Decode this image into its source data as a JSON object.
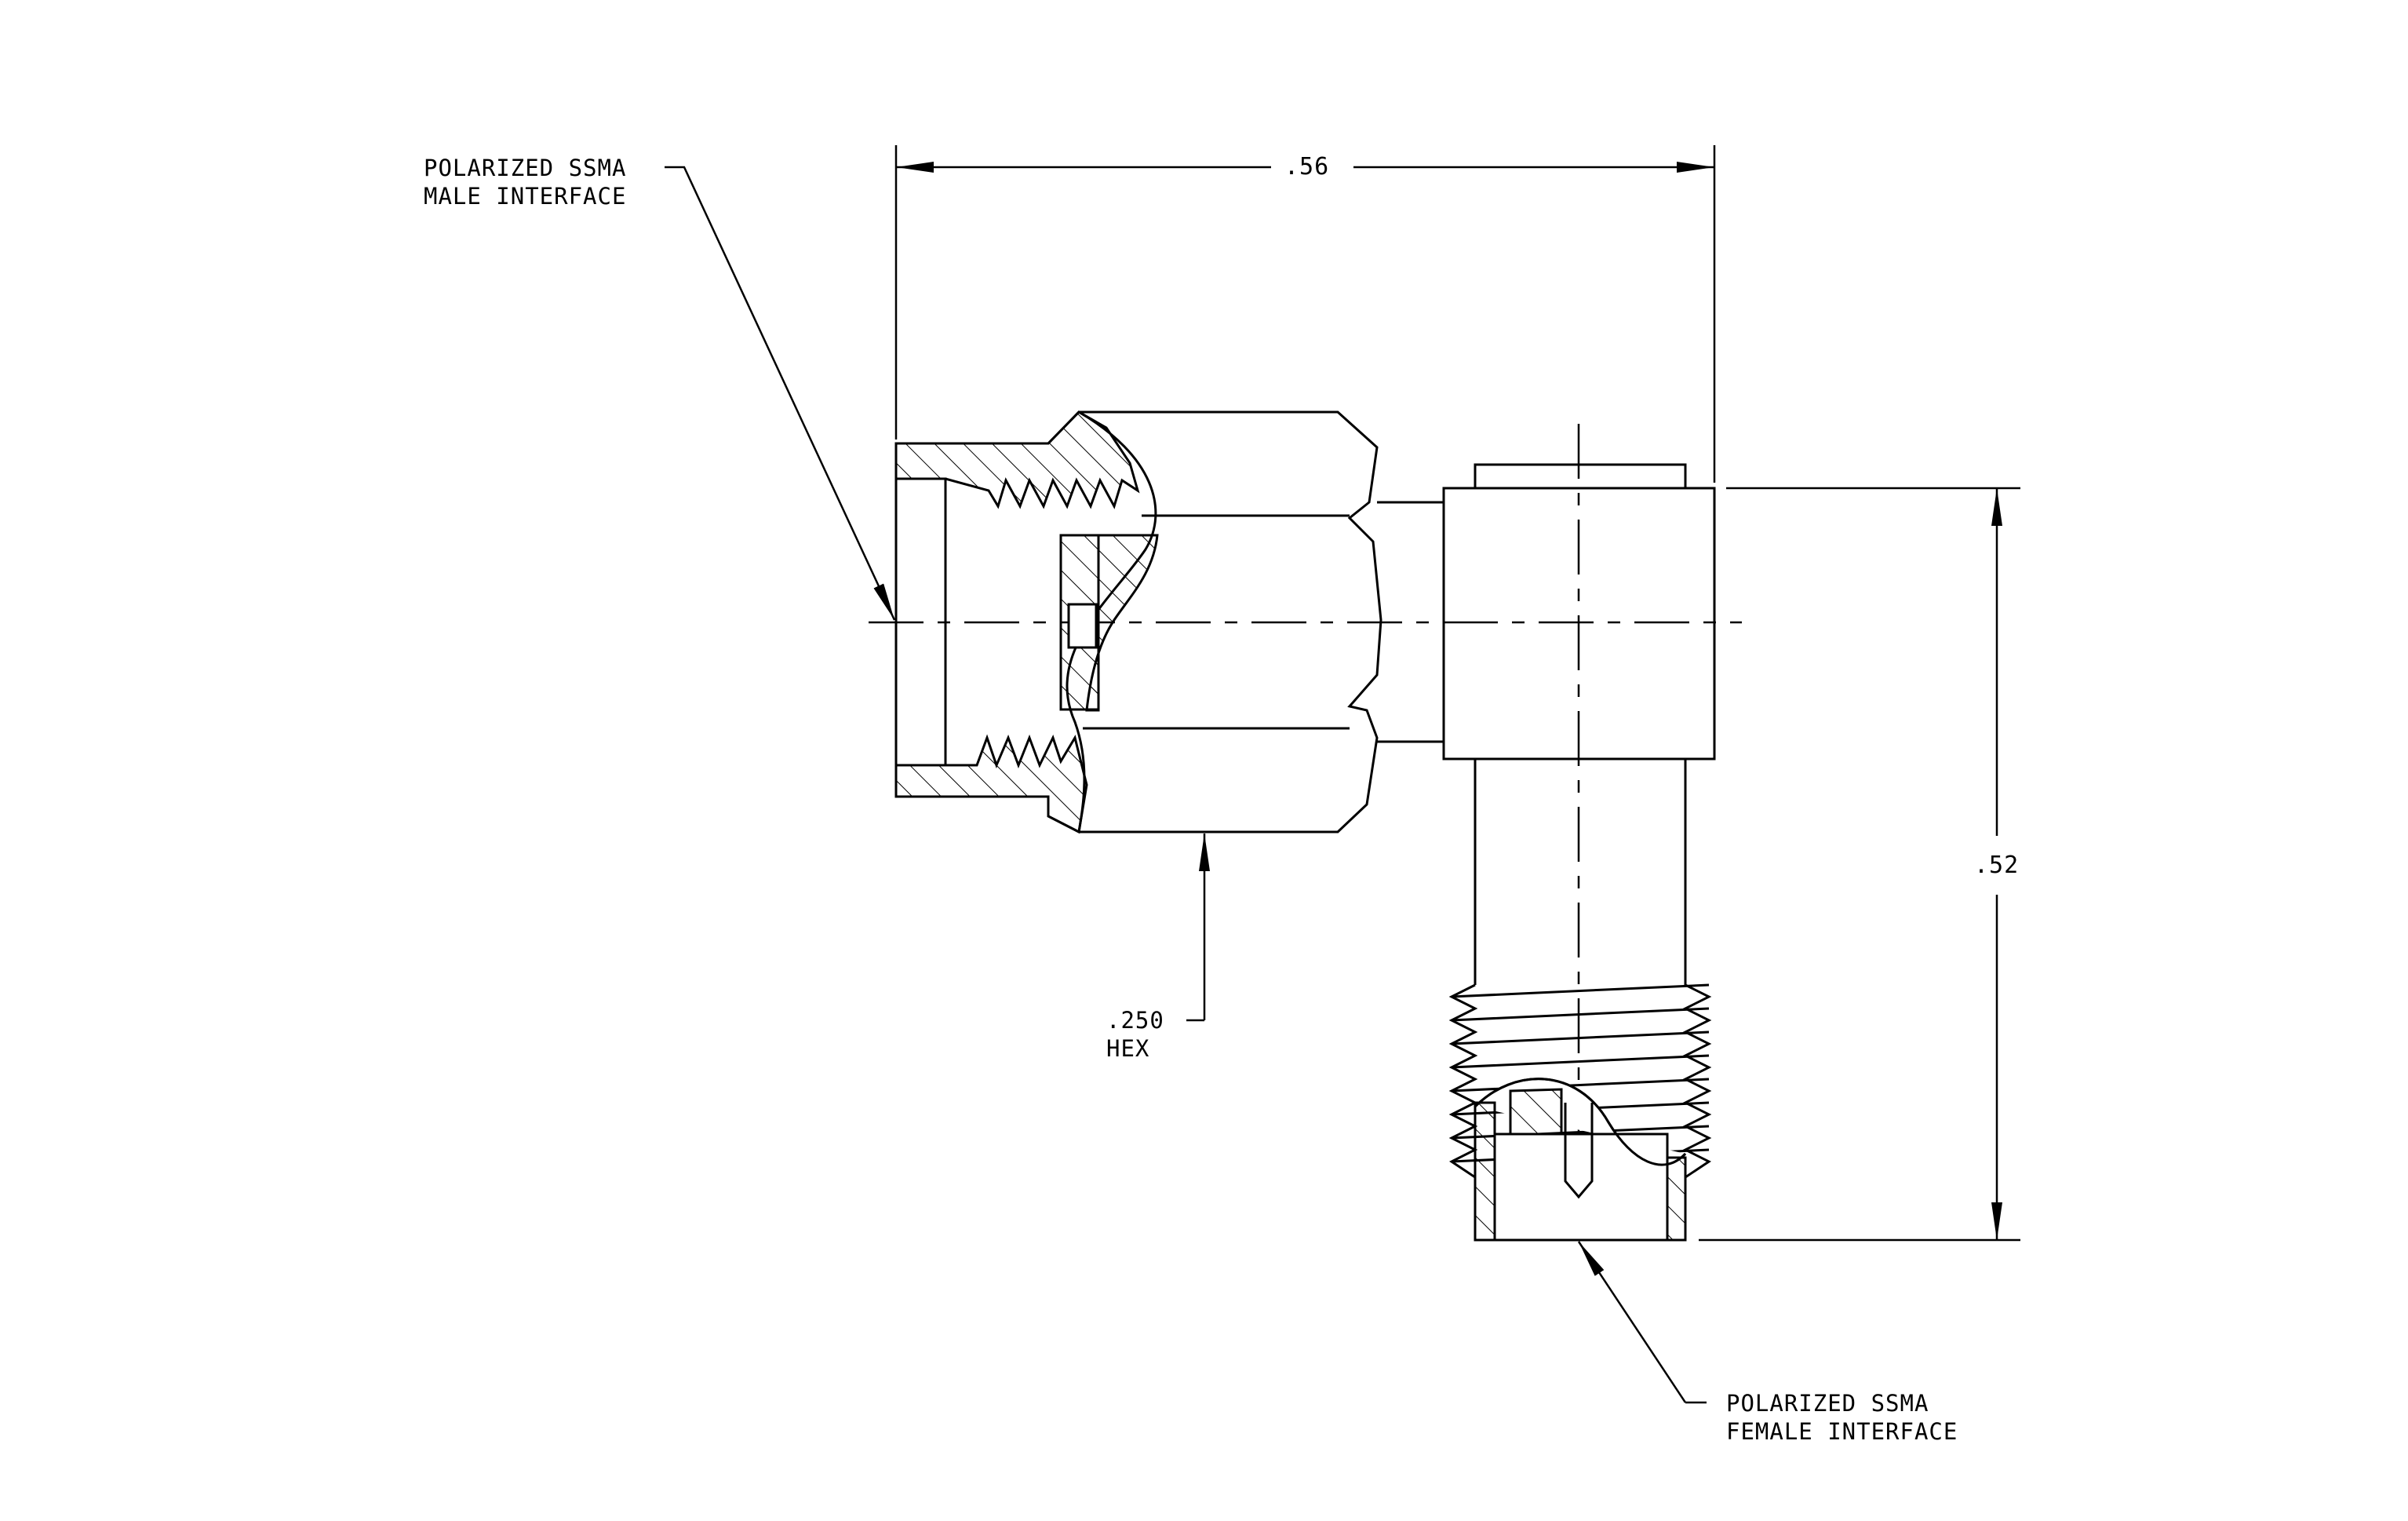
{
  "labels": {
    "male_line1": "POLARIZED SSMA",
    "male_line2": "MALE INTERFACE",
    "female_line1": "POLARIZED SSMA",
    "female_line2": "FEMALE INTERFACE",
    "hex_value": ".250",
    "hex_unit": "HEX"
  },
  "dimensions": {
    "width": ".56",
    "height": ".52"
  },
  "colors": {
    "line": "#000000",
    "background": "#ffffff"
  }
}
